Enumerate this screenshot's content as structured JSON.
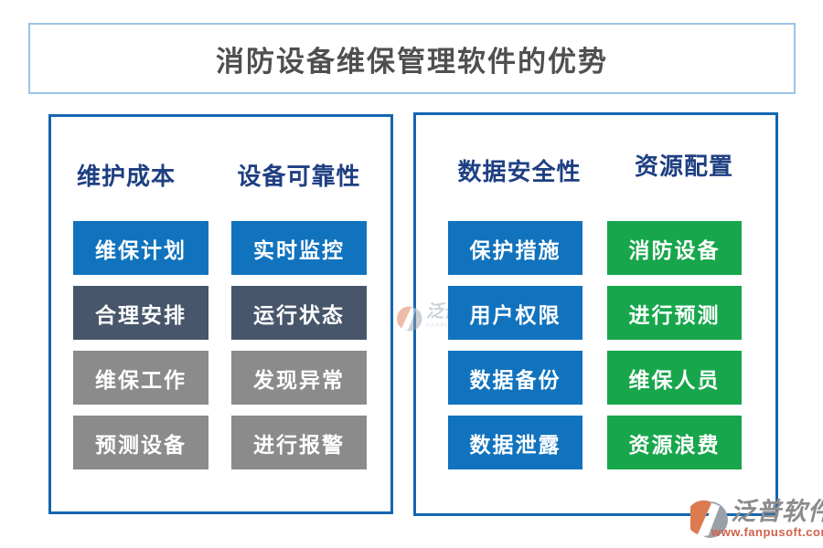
{
  "title": "消防设备维保管理软件的优势",
  "panels": [
    {
      "columns": [
        {
          "header": "维护成本",
          "items": [
            {
              "label": "维保计划",
              "color": "blue"
            },
            {
              "label": "合理安排",
              "color": "slate"
            },
            {
              "label": "维保工作",
              "color": "gray"
            },
            {
              "label": "预测设备",
              "color": "gray"
            }
          ]
        },
        {
          "header": "设备可靠性",
          "items": [
            {
              "label": "实时监控",
              "color": "blue"
            },
            {
              "label": "运行状态",
              "color": "slate"
            },
            {
              "label": "发现异常",
              "color": "gray"
            },
            {
              "label": "进行报警",
              "color": "gray"
            }
          ]
        }
      ]
    },
    {
      "columns": [
        {
          "header": "数据安全性",
          "items": [
            {
              "label": "保护措施",
              "color": "blue"
            },
            {
              "label": "用户权限",
              "color": "blue"
            },
            {
              "label": "数据备份",
              "color": "blue"
            },
            {
              "label": "数据泄露",
              "color": "blue"
            }
          ]
        },
        {
          "header": "资源配置",
          "items": [
            {
              "label": "消防设备",
              "color": "green"
            },
            {
              "label": "进行预测",
              "color": "green"
            },
            {
              "label": "维保人员",
              "color": "green"
            },
            {
              "label": "资源浪费",
              "color": "green"
            }
          ]
        }
      ]
    }
  ],
  "watermark": {
    "brand": "泛普软件",
    "caption": "FANPU SOFTWARE"
  },
  "footer_logo": {
    "brand": "泛普软件",
    "url": "www.fanpusoft.com"
  },
  "colors": {
    "blue": "#1173BE",
    "slate": "#47566A",
    "gray": "#8B8B8B",
    "green": "#17A64C",
    "panel_border": "#1366B0",
    "title_border": "#9DC3E6",
    "title_text": "#4F4F4F",
    "header_text": "#1E3F82",
    "logo_gray": "#8C8C8C",
    "logo_url": "#D2614B",
    "logo_orange": "#DC7A50",
    "logo_icon_gray": "#9AA0A8"
  }
}
